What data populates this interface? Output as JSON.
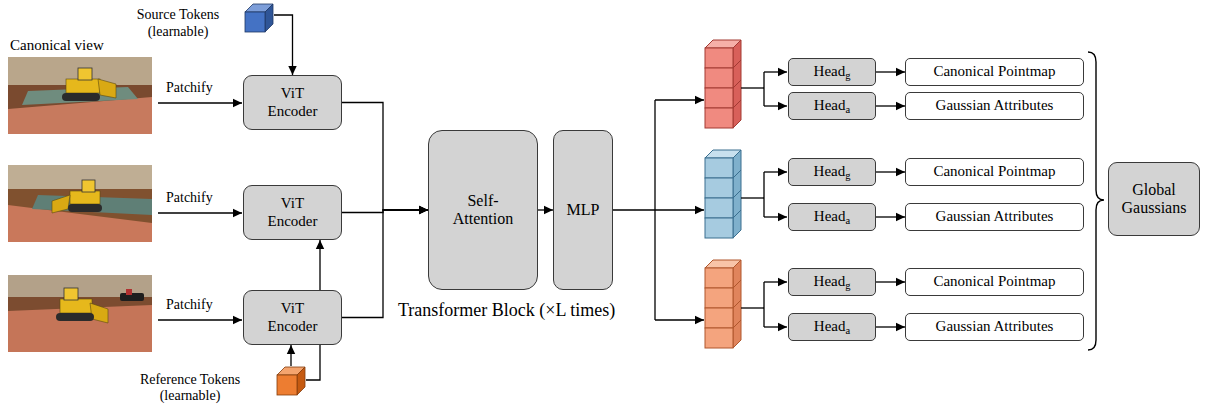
{
  "diagram": {
    "nodes": [
      {
        "text": [
          "Source Tokens (learnable)"
        ]
      },
      {
        "text": [
          "ViT Encoder"
        ]
      },
      {
        "text": [
          "ViT Encoder"
        ]
      },
      {
        "text": [
          "ViT Encoder"
        ]
      },
      {
        "text": [
          "Reference Tokens (learnable)"
        ]
      },
      {
        "text": [
          "Self-Attention"
        ]
      },
      {
        "text": [
          "MLP"
        ]
      },
      {
        "text": [
          "Headg"
        ]
      },
      {
        "text": [
          "Canonical Pointmap"
        ]
      },
      {
        "text": [
          "Heada"
        ]
      },
      {
        "text": [
          "Gaussian Attributes"
        ]
      },
      {
        "text": [
          "Headg"
        ]
      },
      {
        "text": [
          "Canonical Pointmap"
        ]
      },
      {
        "text": [
          "Heada"
        ]
      },
      {
        "text": [
          "Gaussian Attributes"
        ]
      },
      {
        "text": [
          "Headg"
        ]
      },
      {
        "text": [
          "Canonical Pointmap"
        ]
      },
      {
        "text": [
          "Heada"
        ]
      },
      {
        "text": [
          "Gaussian Attributes"
        ]
      },
      {
        "text": [
          "Global Gaussians"
        ]
      }
    ],
    "edges": [
      {
        "from": 0,
        "to": 1,
        "arrow": "to"
      },
      {
        "from": 4,
        "to": 3,
        "arrow": "to"
      },
      {
        "from": 4,
        "to": 2,
        "arrow": "to"
      },
      {
        "from": 1,
        "to": 5,
        "arrow": "to"
      },
      {
        "from": 2,
        "to": 5,
        "arrow": "to"
      },
      {
        "from": 3,
        "to": 5,
        "arrow": "to"
      },
      {
        "from": 5,
        "to": 6,
        "arrow": "to"
      },
      {
        "from": 7,
        "to": 8,
        "arrow": "to"
      },
      {
        "from": 9,
        "to": 10,
        "arrow": "to"
      },
      {
        "from": 11,
        "to": 12,
        "arrow": "to"
      },
      {
        "from": 13,
        "to": 14,
        "arrow": "to"
      },
      {
        "from": 15,
        "to": 16,
        "arrow": "to"
      },
      {
        "from": 17,
        "to": 18,
        "arrow": "to"
      }
    ],
    "labels": [
      "Canonical view",
      "Patchify",
      "Patchify",
      "Patchify",
      "Transformer Block (×L times)"
    ]
  }
}
